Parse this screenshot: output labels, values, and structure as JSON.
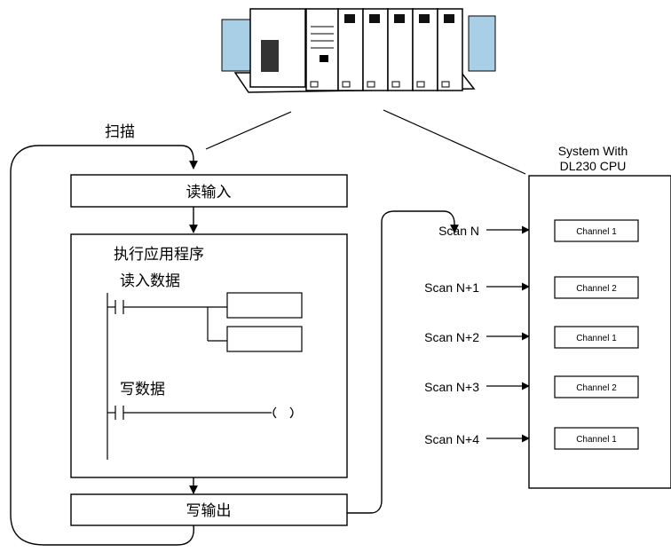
{
  "scan_label": "扫描",
  "system_label": [
    "System With",
    "DL230 CPU"
  ],
  "steps": {
    "read_inputs": "读输入",
    "execute_program": "执行应用程序",
    "read_data": "读入数据",
    "write_data": "写数据",
    "write_outputs": "写输出"
  },
  "scans": [
    {
      "label": "Scan N",
      "channel": "Channel 1"
    },
    {
      "label": "Scan N+1",
      "channel": "Channel 2"
    },
    {
      "label": "Scan N+2",
      "channel": "Channel 1"
    },
    {
      "label": "Scan N+3",
      "channel": "Channel 2"
    },
    {
      "label": "Scan N+4",
      "channel": "Channel 1"
    }
  ],
  "colors": {
    "line": "#000000",
    "plc_side": "#a9cfe6",
    "plc_body": "#ffffff"
  }
}
